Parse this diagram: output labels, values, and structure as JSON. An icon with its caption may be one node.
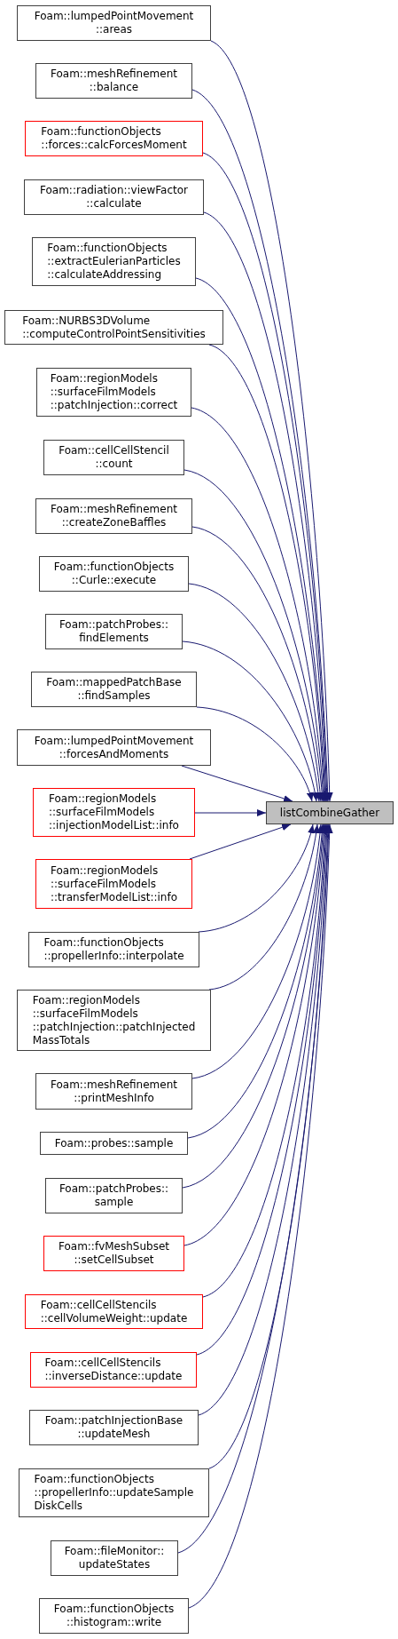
{
  "diagram": {
    "nodes": [
      {
        "text": [
          "listCombineGather"
        ]
      },
      {
        "text": [
          "Foam::lumpedPointMovement ::areas"
        ]
      },
      {
        "text": [
          "Foam::meshRefinement ::balance"
        ]
      },
      {
        "text": [
          "Foam::functionObjects ::forces::calcForcesMoment"
        ]
      },
      {
        "text": [
          "Foam::radiation::viewFactor ::calculate"
        ]
      },
      {
        "text": [
          "Foam::functionObjects ::extractEulerianParticles ::calculateAddressing"
        ]
      },
      {
        "text": [
          "Foam::NURBS3DVolume ::computeControlPointSensitivities"
        ]
      },
      {
        "text": [
          "Foam::regionModels ::surfaceFilmModels ::patchInjection::correct"
        ]
      },
      {
        "text": [
          "Foam::cellCellStencil ::count"
        ]
      },
      {
        "text": [
          "Foam::meshRefinement ::createZoneBaffles"
        ]
      },
      {
        "text": [
          "Foam::functionObjects ::Curle::execute"
        ]
      },
      {
        "text": [
          "Foam::patchProbes:: findElements"
        ]
      },
      {
        "text": [
          "Foam::mappedPatchBase ::findSamples"
        ]
      },
      {
        "text": [
          "Foam::lumpedPointMovement ::forcesAndMoments"
        ]
      },
      {
        "text": [
          "Foam::regionModels ::surfaceFilmModels ::injectionModelList::info"
        ]
      },
      {
        "text": [
          "Foam::regionModels ::surfaceFilmModels ::transferModelList::info"
        ]
      },
      {
        "text": [
          "Foam::functionObjects ::propellerInfo::interpolate"
        ]
      },
      {
        "text": [
          "Foam::regionModels ::surfaceFilmModels ::patchInjection::patchInjected MassTotals"
        ]
      },
      {
        "text": [
          "Foam::meshRefinement ::printMeshInfo"
        ]
      },
      {
        "text": [
          "Foam::probes::sample"
        ]
      },
      {
        "text": [
          "Foam::patchProbes:: sample"
        ]
      },
      {
        "text": [
          "Foam::fvMeshSubset ::setCellSubset"
        ]
      },
      {
        "text": [
          "Foam::cellCellStencils ::cellVolumeWeight::update"
        ]
      },
      {
        "text": [
          "Foam::cellCellStencils ::inverseDistance::update"
        ]
      },
      {
        "text": [
          "Foam::patchInjectionBase ::updateMesh"
        ]
      },
      {
        "text": [
          "Foam::functionObjects ::propellerInfo::updateSample DiskCells"
        ]
      },
      {
        "text": [
          "Foam::fileMonitor:: updateStates"
        ]
      },
      {
        "text": [
          "Foam::functionObjects ::histogram::write"
        ]
      }
    ],
    "edges": [
      {
        "from": 1,
        "to": 0,
        "arrow": "to"
      },
      {
        "from": 2,
        "to": 0,
        "arrow": "to"
      },
      {
        "from": 3,
        "to": 0,
        "arrow": "to"
      },
      {
        "from": 4,
        "to": 0,
        "arrow": "to"
      },
      {
        "from": 5,
        "to": 0,
        "arrow": "to"
      },
      {
        "from": 6,
        "to": 0,
        "arrow": "to"
      },
      {
        "from": 7,
        "to": 0,
        "arrow": "to"
      },
      {
        "from": 8,
        "to": 0,
        "arrow": "to"
      },
      {
        "from": 9,
        "to": 0,
        "arrow": "to"
      },
      {
        "from": 10,
        "to": 0,
        "arrow": "to"
      },
      {
        "from": 11,
        "to": 0,
        "arrow": "to"
      },
      {
        "from": 12,
        "to": 0,
        "arrow": "to"
      },
      {
        "from": 13,
        "to": 0,
        "arrow": "to"
      },
      {
        "from": 14,
        "to": 0,
        "arrow": "to"
      },
      {
        "from": 15,
        "to": 0,
        "arrow": "to"
      },
      {
        "from": 16,
        "to": 0,
        "arrow": "to"
      },
      {
        "from": 17,
        "to": 0,
        "arrow": "to"
      },
      {
        "from": 18,
        "to": 0,
        "arrow": "to"
      },
      {
        "from": 19,
        "to": 0,
        "arrow": "to"
      },
      {
        "from": 20,
        "to": 0,
        "arrow": "to"
      },
      {
        "from": 21,
        "to": 0,
        "arrow": "to"
      },
      {
        "from": 22,
        "to": 0,
        "arrow": "to"
      },
      {
        "from": 23,
        "to": 0,
        "arrow": "to"
      },
      {
        "from": 24,
        "to": 0,
        "arrow": "to"
      },
      {
        "from": 25,
        "to": 0,
        "arrow": "to"
      },
      {
        "from": 26,
        "to": 0,
        "arrow": "to"
      },
      {
        "from": 27,
        "to": 0,
        "arrow": "to"
      }
    ]
  }
}
